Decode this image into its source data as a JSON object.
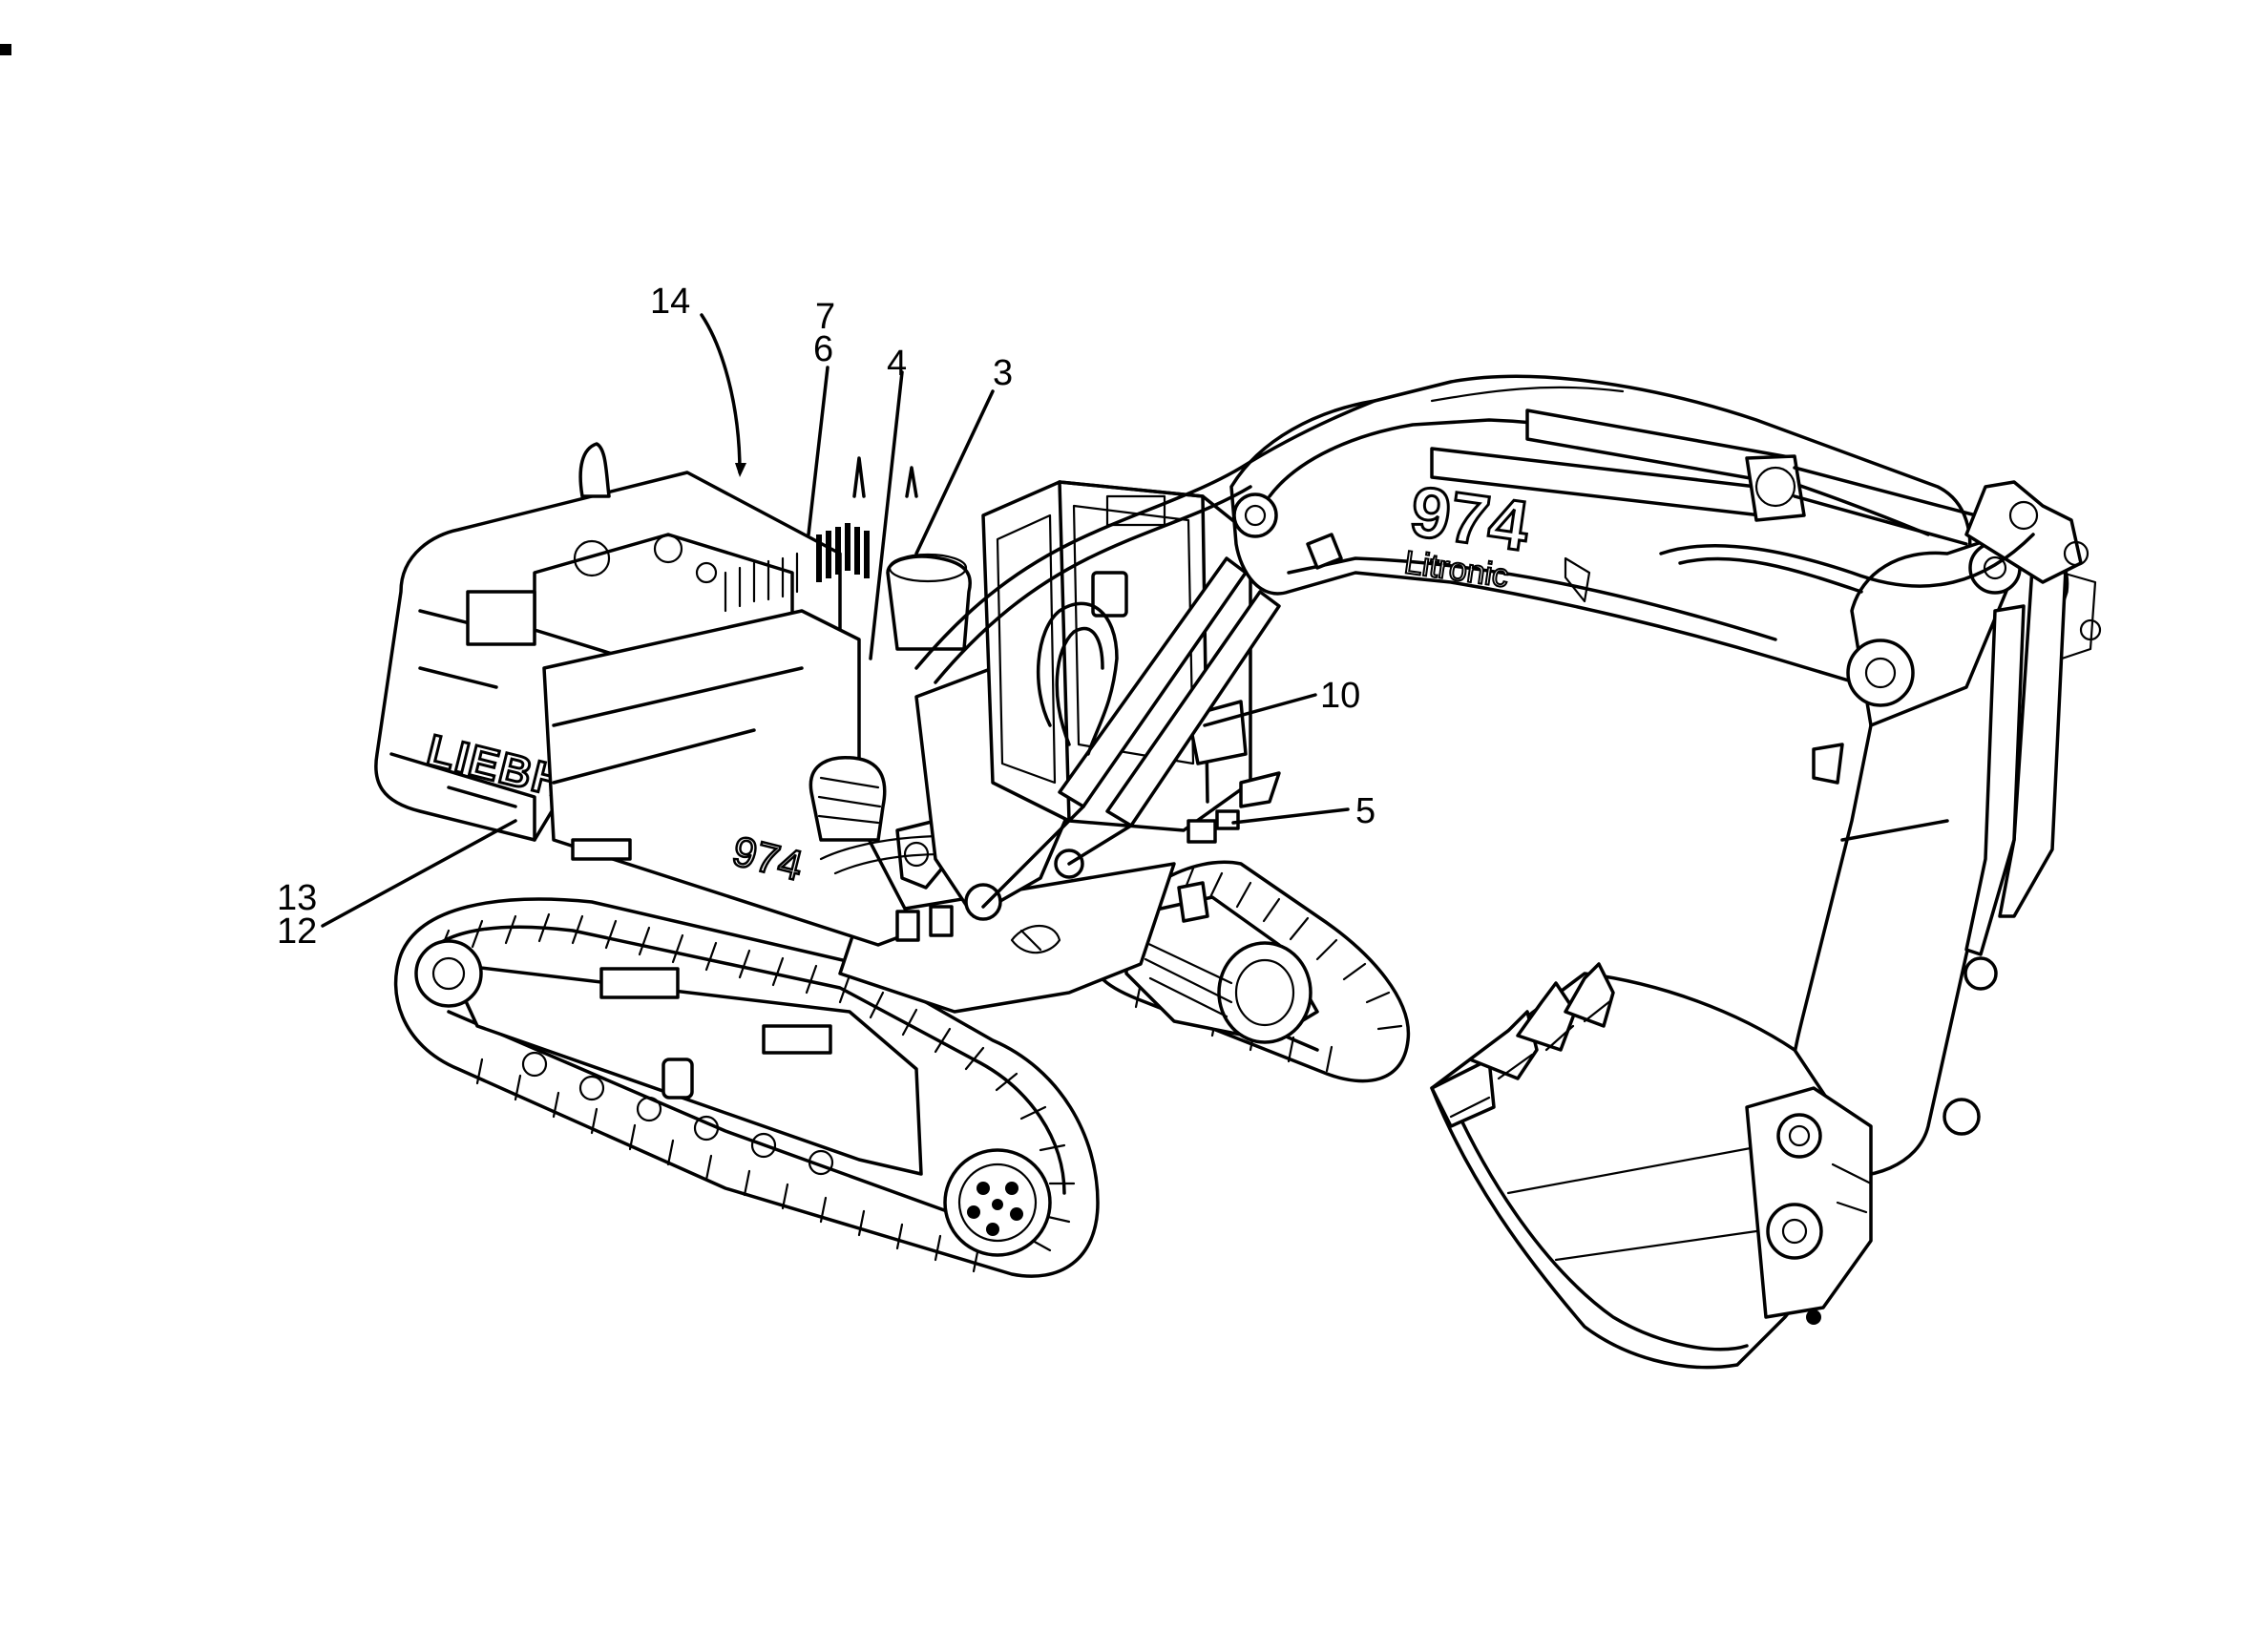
{
  "drawing": {
    "brand_text": "LIEBHERR",
    "model_on_boom": "974",
    "model_sub_on_boom": "Litronic",
    "model_on_body": "974"
  },
  "callouts": {
    "c14": "14",
    "c7": "7",
    "c6": "6",
    "c4": "4",
    "c3": "3",
    "c10": "10",
    "c5": "5",
    "c13": "13",
    "c12": "12"
  }
}
